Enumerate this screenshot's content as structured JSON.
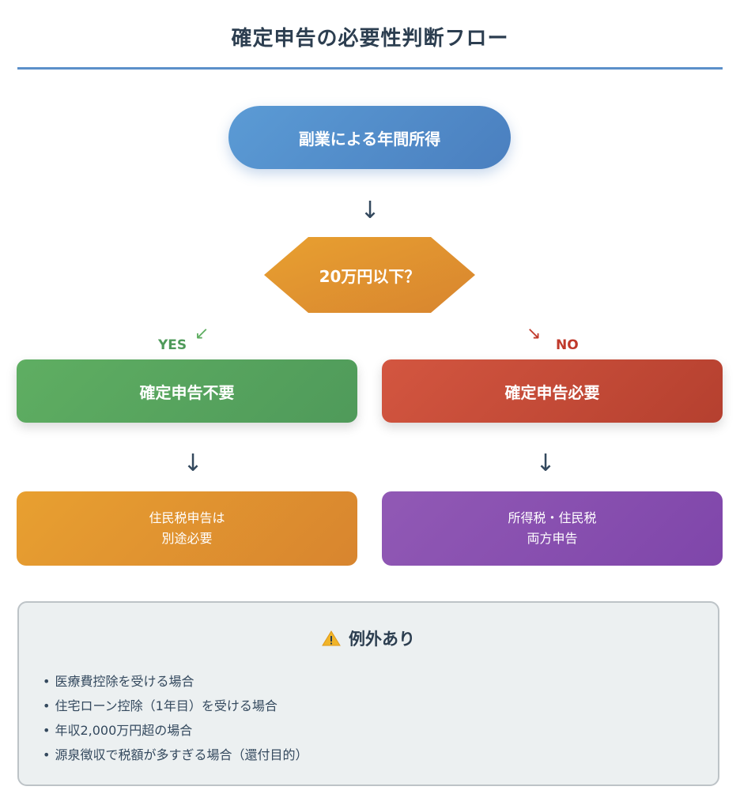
{
  "title": "確定申告の必要性判断フロー",
  "start": "副業による年間所得",
  "decision": "20万円以下？",
  "yes_label": "YES",
  "no_label": "NO",
  "arrows": {
    "down": "↓",
    "yes": "↙",
    "no": "↘"
  },
  "yes_box": "確定申告不要",
  "no_box": "確定申告必要",
  "yes_sub": [
    "住民税申告は",
    "別途必要"
  ],
  "no_sub": [
    "所得税・住民税",
    "両方申告"
  ],
  "exceptions": {
    "icon": "warning-icon",
    "title": "例外あり",
    "bullet": "•",
    "items": [
      "医療費控除を受ける場合",
      "住宅ローン控除（1年目）を受ける場合",
      "年収2,000万円超の場合",
      "源泉徴収で税額が多すぎる場合（還付目的）"
    ]
  },
  "colors": {
    "title_rule": "#5b8fc9",
    "start": "#4a7fbf",
    "decision": "#e09a2f",
    "yes": "#4f9a5a",
    "no": "#c0392b",
    "orange": "#e39633",
    "purple": "#8e44ad"
  }
}
